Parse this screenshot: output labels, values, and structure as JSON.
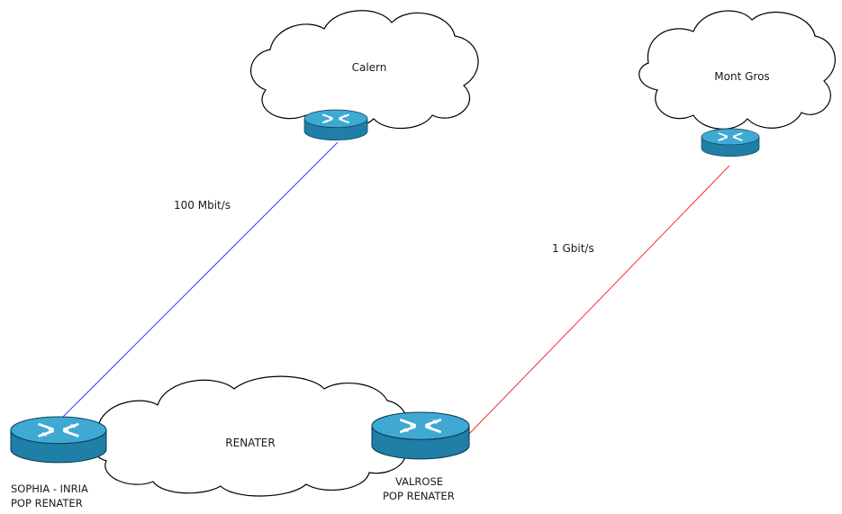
{
  "clouds": {
    "calern": "Calern",
    "mont_gros": "Mont Gros",
    "renater": "RENATER"
  },
  "links": {
    "calern_link": {
      "label": "100 Mbit/s",
      "color": "#3a3aff"
    },
    "mont_gros_link": {
      "label": "1 Gbit/s",
      "color": "#ff2a2a"
    }
  },
  "routers": {
    "sophia": {
      "line1": "SOPHIA - INRIA",
      "line2": "POP RENATER"
    },
    "valrose": {
      "line1": "VALROSE",
      "line2": "POP RENATER"
    }
  },
  "colors": {
    "router_body": "#1f7fa6",
    "router_top": "#3fa9d4",
    "cloud_stroke": "#000000"
  }
}
